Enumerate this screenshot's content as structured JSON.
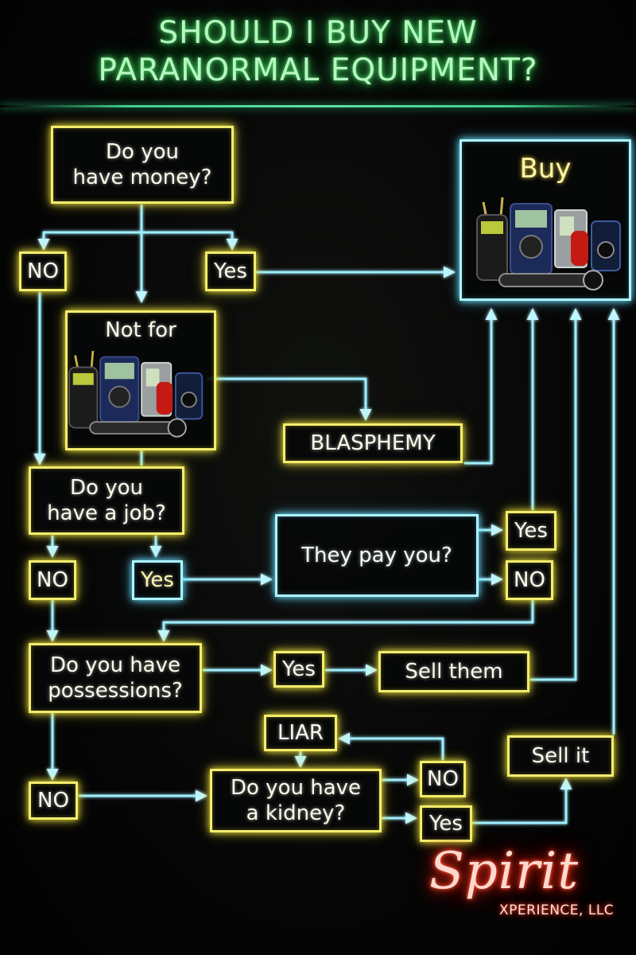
{
  "title": {
    "line1": "SHOULD I BUY NEW",
    "line2": "PARANORMAL EQUIPMENT?"
  },
  "nodes": {
    "money_question": "Do you\nhave money?",
    "money_no": "NO",
    "money_yes": "Yes",
    "buy": "Buy",
    "not_for": "Not for",
    "blasphemy": "BLASPHEMY",
    "job_question": "Do you\nhave a job?",
    "job_no": "NO",
    "job_yes": "Yes",
    "pay_question": "They pay you?",
    "pay_yes": "Yes",
    "pay_no": "NO",
    "possessions_question": "Do you have\npossessions?",
    "possessions_yes": "Yes",
    "sell_them": "Sell them",
    "liar": "LIAR",
    "possessions_no": "NO",
    "kidney_question": "Do you have\na kidney?",
    "kidney_no": "NO",
    "kidney_yes": "Yes",
    "sell_it": "Sell it"
  },
  "icons": {
    "buy_equipment": "paranormal-equipment-icon",
    "not_for_equipment": "paranormal-equipment-icon"
  },
  "logo": {
    "script": "Spirit",
    "sub": "XPERIENCE, LLC"
  },
  "colors": {
    "yellow_neon": "#f3ec6e",
    "cyan_neon": "#aef3ff",
    "title_green": "#4fe06a",
    "logo_red": "#e8321e"
  }
}
